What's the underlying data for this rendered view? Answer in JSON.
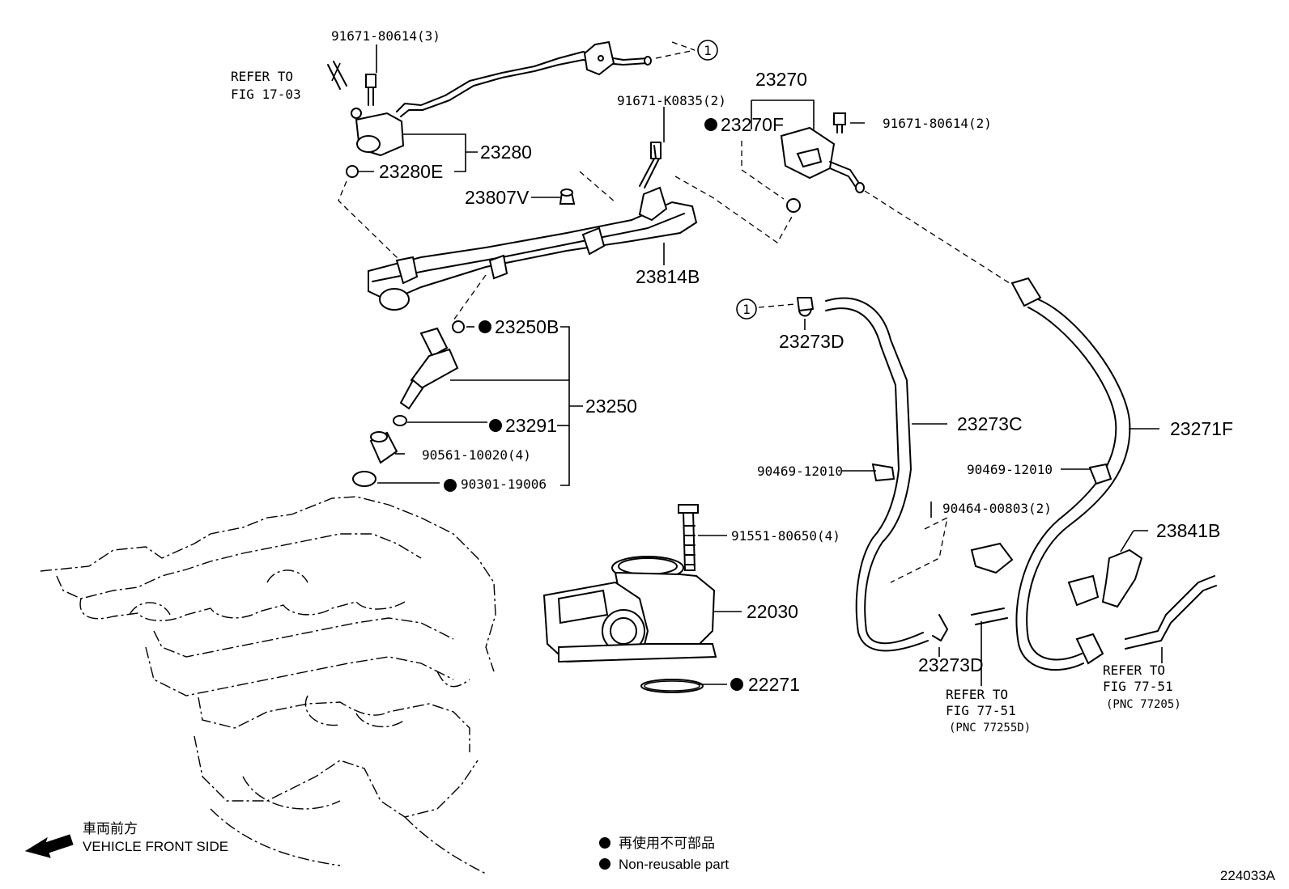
{
  "parts": {
    "p1": "91671-80614(3)",
    "p2": "23280",
    "p3": "23280E",
    "p4": "91671-K0835(2)",
    "p5": "23807V",
    "p6": "23814B",
    "p7": "23270",
    "p8": "23270F",
    "p9": "91671-80614(2)",
    "p10": "23250B",
    "p11": "23250",
    "p12": "23291",
    "p13": "90561-10020(4)",
    "p14": "90301-19006",
    "p15": "23273D",
    "p16": "23273C",
    "p17": "90469-12010",
    "p18": "90469-12010",
    "p19": "23271F",
    "p20": "90464-00803(2)",
    "p21": "23841B",
    "p22": "23273D",
    "p23": "91551-80650(4)",
    "p24": "22030",
    "p25": "22271"
  },
  "refs": {
    "r1_line1": "REFER TO",
    "r1_line2": "FIG 17-03",
    "r2_line1": "REFER TO",
    "r2_line2": "FIG 77-51",
    "r2_line3": "(PNC 77255D)",
    "r3_line1": "REFER TO",
    "r3_line2": "FIG 77-51",
    "r3_line3": "(PNC 77205)"
  },
  "connector_marker": "1",
  "direction": {
    "jp": "車両前方",
    "en": "VEHICLE FRONT SIDE"
  },
  "legend": {
    "jp": "再使用不可部品",
    "en": "Non-reusable part"
  },
  "figure_id": "224033A"
}
